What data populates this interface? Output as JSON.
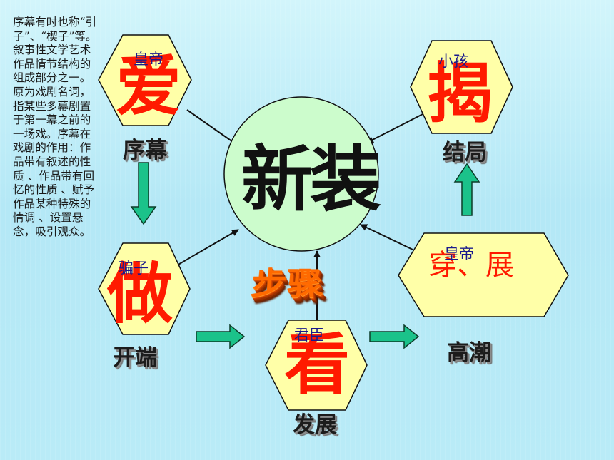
{
  "sidebar": {
    "text": "序幕有时也称“引子”、“楔子”等。叙事性文学艺术作品情节结构的组成部分之一。原为戏剧名词，指某些多幕剧置于第一幕之前的一场戏。序幕在戏剧的作用：作品带有叙述的性质 、作品带有回忆的性质 、赋予作品某种特殊的情调 、设置悬念，吸引观众。"
  },
  "center": {
    "title": "新装"
  },
  "wordart": {
    "text": "步骤"
  },
  "nodes": {
    "prologue": {
      "character": "皇帝",
      "verb": "爱",
      "stage": "序幕"
    },
    "beginning": {
      "character": "骗子",
      "verb": "做",
      "stage": "开端"
    },
    "development": {
      "character": "君臣",
      "verb": "看",
      "stage": "发展"
    },
    "climax": {
      "character": "皇帝",
      "verb": "穿、展",
      "stage": "高潮"
    },
    "ending": {
      "character": "小孩",
      "verb": "揭",
      "stage": "结局"
    }
  },
  "colors": {
    "hexagon_fill": "#ffffa8",
    "circle_fill": "#ccfccc",
    "block_arrow": "#1bc28a",
    "verb_text": "#ff1a00",
    "character_text": "#1a1a8c"
  }
}
